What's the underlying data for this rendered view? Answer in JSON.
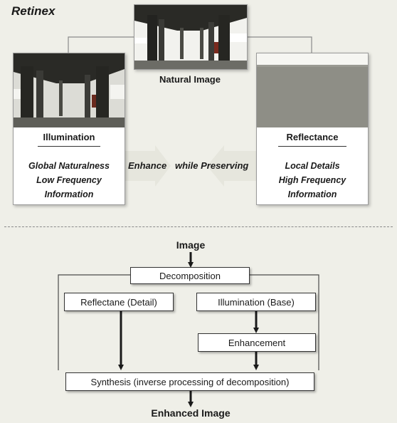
{
  "title": "Retinex",
  "top": {
    "natural_image_label": "Natural Image",
    "illumination": {
      "label": "Illumination",
      "lines": [
        "Global Naturalness",
        "Low Frequency",
        "Information"
      ]
    },
    "reflectance": {
      "label": "Reflectance",
      "lines": [
        "Local Details",
        "High Frequency",
        "Information"
      ]
    },
    "enhance_text": "Enhance",
    "preserving_text": "while Preserving"
  },
  "flow": {
    "image": "Image",
    "decomposition": "Decomposition",
    "reflectance": "Reflectane (Detail)",
    "illumination": "Illumination (Base)",
    "enhancement": "Enhancement",
    "synthesis": "Synthesis (inverse processing of decomposition)",
    "enhanced": "Enhanced Image"
  },
  "colors": {
    "background": "#efefe8",
    "arrow_fill": "#e6e6de",
    "reflectance_gray": "#8e8e86"
  }
}
